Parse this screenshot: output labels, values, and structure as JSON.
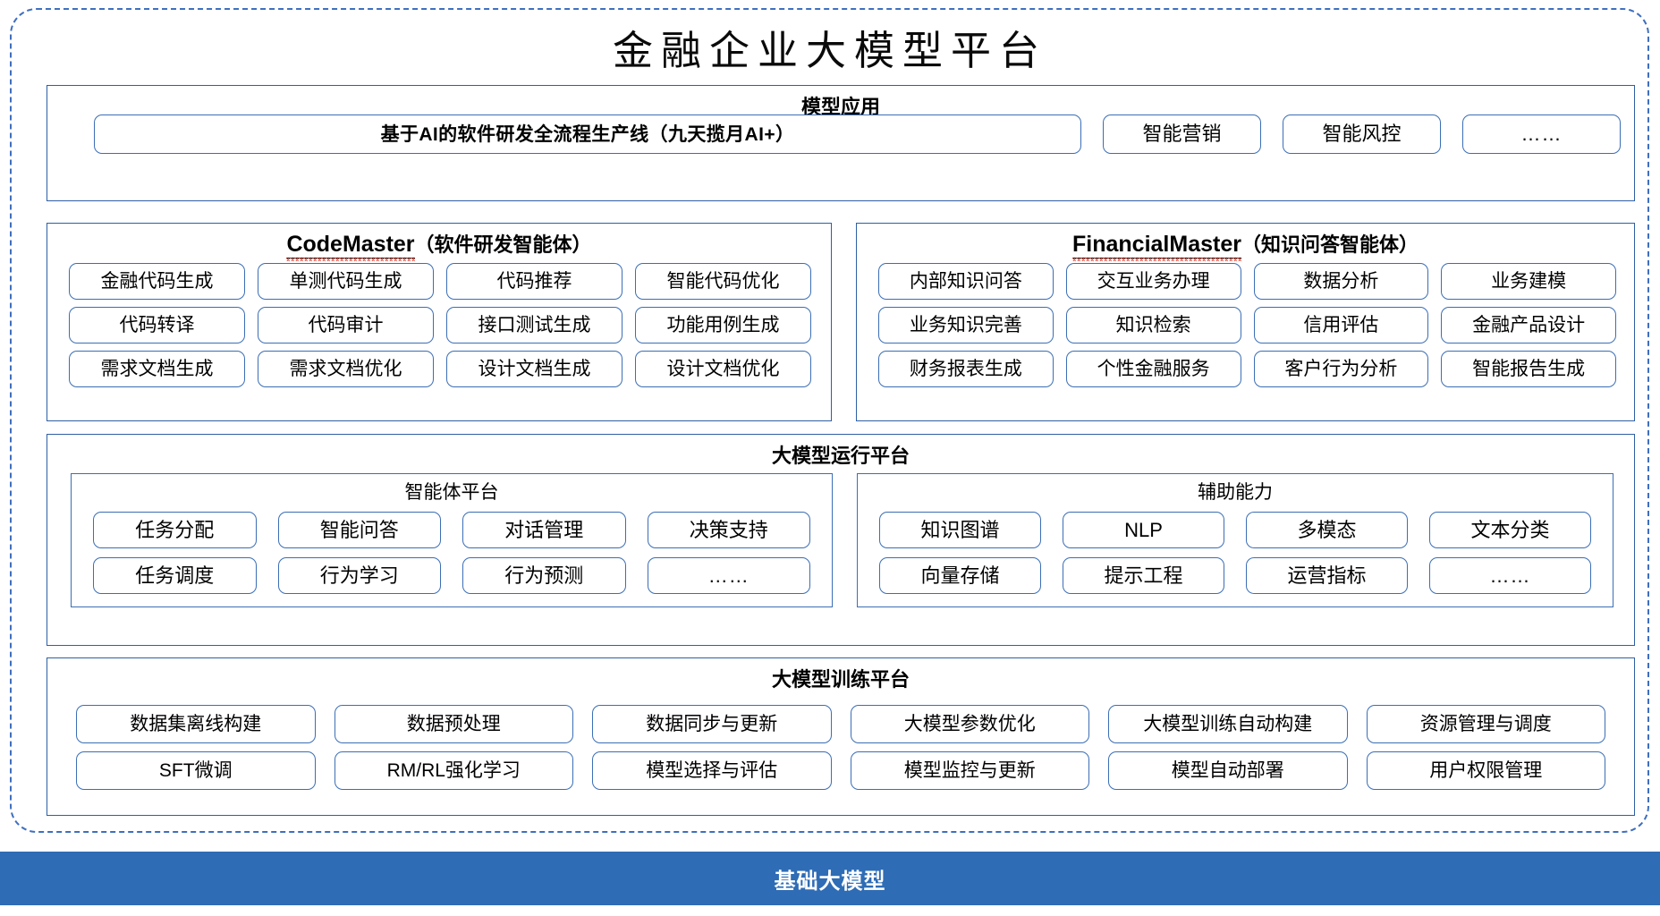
{
  "page": {
    "title": "金融企业大模型平台",
    "accent_blue": "#2E6CB5",
    "border_blue": "#3B6EB5",
    "frame_blue": "#3F6FBF",
    "spellcheck_red": "#E03020"
  },
  "model_application": {
    "title": "模型应用",
    "items": [
      "基于AI的软件研发全流程生产线（九天揽月AI+）",
      "智能营销",
      "智能风控",
      "……"
    ]
  },
  "agents": [
    {
      "name": "CodeMaster",
      "subtitle": "（软件研发智能体）",
      "spellcheck_underline": true,
      "items": [
        "金融代码生成",
        "单测代码生成",
        "代码推荐",
        "智能代码优化",
        "代码转译",
        "代码审计",
        "接口测试生成",
        "功能用例生成",
        "需求文档生成",
        "需求文档优化",
        "设计文档生成",
        "设计文档优化"
      ]
    },
    {
      "name": "FinancialMaster",
      "subtitle": "（知识问答智能体）",
      "spellcheck_underline": true,
      "items": [
        "内部知识问答",
        "交互业务办理",
        "数据分析",
        "业务建模",
        "业务知识完善",
        "知识检索",
        "信用评估",
        "金融产品设计",
        "财务报表生成",
        "个性金融服务",
        "客户行为分析",
        "智能报告生成"
      ]
    }
  ],
  "runtime_platform": {
    "title": "大模型运行平台",
    "groups": [
      {
        "title": "智能体平台",
        "items": [
          "任务分配",
          "智能问答",
          "对话管理",
          "决策支持",
          "任务调度",
          "行为学习",
          "行为预测",
          "……"
        ]
      },
      {
        "title": "辅助能力",
        "items": [
          "知识图谱",
          "NLP",
          "多模态",
          "文本分类",
          "向量存储",
          "提示工程",
          "运营指标",
          "……"
        ]
      }
    ]
  },
  "training_platform": {
    "title": "大模型训练平台",
    "items": [
      "数据集离线构建",
      "数据预处理",
      "数据同步与更新",
      "大模型参数优化",
      "大模型训练自动构建",
      "资源管理与调度",
      "SFT微调",
      "RM/RL强化学习",
      "模型选择与评估",
      "模型监控与更新",
      "模型自动部署",
      "用户权限管理"
    ]
  },
  "base_model_bar": {
    "label": "基础大模型"
  }
}
